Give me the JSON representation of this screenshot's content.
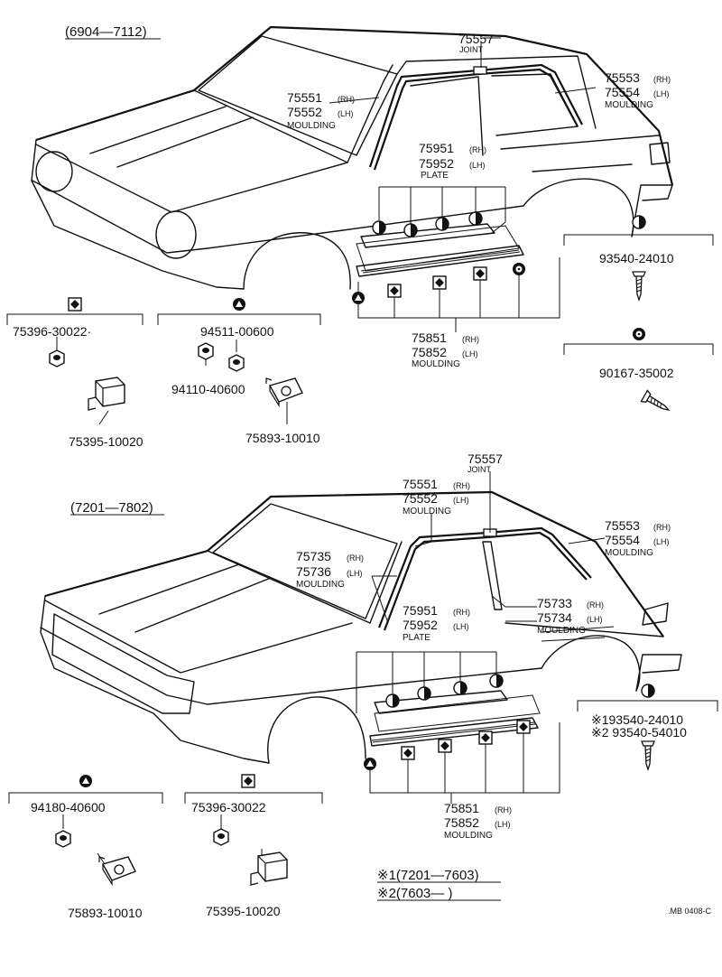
{
  "top": {
    "period": "(6904—7112)",
    "callouts": {
      "joint_pn": "75557",
      "joint_name": "JOINT",
      "roof_rh": "75553",
      "roof_lh": "75554",
      "roof_name": "MOULDING",
      "ws_rh": "75551",
      "ws_lh": "75552",
      "ws_name": "MOULDING",
      "plate_rh": "75951",
      "plate_lh": "75952",
      "plate_name": "PLATE",
      "rocker_rh": "75851",
      "rocker_lh": "75852",
      "rocker_name": "MOULDING",
      "rh": "(RH)",
      "lh": "(LH)"
    },
    "fasteners": {
      "screw_pn": "93540-24010",
      "clip_pn": "90167-35002",
      "nut_a_pn": "75396-30022·",
      "clip_a_pn": "75395-10020",
      "nut_b_pn": "94511-00600",
      "nut_c_pn": "94110-40600",
      "nut_d_pn": "75893-10010"
    }
  },
  "bottom": {
    "period": "(7201—7802)",
    "callouts": {
      "joint_pn": "75557",
      "joint_name": "JOINT",
      "ws_rh": "75551",
      "ws_lh": "75552",
      "ws_name": "MOULDING",
      "roof_rh": "75553",
      "roof_lh": "75554",
      "roof_name": "MOULDING",
      "pillar_rh": "75735",
      "pillar_lh": "75736",
      "pillar_name": "MOULDING",
      "plate_rh": "75951",
      "plate_lh": "75952",
      "plate_name": "PLATE",
      "belt_rh": "75733",
      "belt_lh": "75734",
      "belt_name": "MOULDING",
      "rocker_rh": "75851",
      "rocker_lh": "75852",
      "rocker_name": "MOULDING",
      "rh": "(RH)",
      "lh": "(LH)"
    },
    "fasteners": {
      "screw1_pn": "※193540-24010",
      "screw2_pn": "※2 93540-54010",
      "nut_a_pn": "94180-40600",
      "nut_b_pn": "75893-10010",
      "nut_c_pn": "75396-30022",
      "clip_pn": "75395-10020"
    },
    "notes": {
      "note1": "※1(7201—7603)",
      "note2": "※2(7603—        )"
    },
    "ref": ".MB 0408-C"
  },
  "legend_icons": [
    "diamond-icon",
    "triangle-icon",
    "half-circle-icon",
    "clip-ring-icon"
  ]
}
